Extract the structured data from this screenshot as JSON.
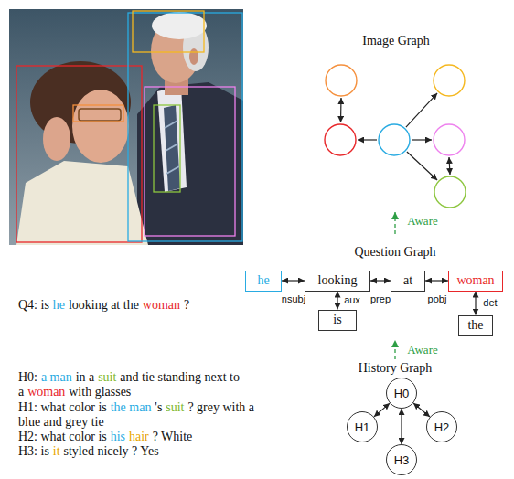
{
  "diagram": {
    "nodes": [
      {
        "text": [
          "he"
        ]
      },
      {
        "text": [
          "looking"
        ]
      },
      {
        "text": [
          "at"
        ]
      },
      {
        "text": [
          "woman"
        ]
      },
      {
        "text": [
          "is"
        ]
      },
      {
        "text": [
          "the"
        ]
      },
      {
        "text": [
          "H0"
        ]
      },
      {
        "text": [
          "H1"
        ]
      },
      {
        "text": [
          "H2"
        ]
      },
      {
        "text": [
          "H3"
        ]
      }
    ],
    "edges": [
      {
        "from": 0,
        "to": 1,
        "label": "nsubj",
        "arrow": "both"
      },
      {
        "from": 1,
        "to": 4,
        "label": "aux",
        "arrow": "both"
      },
      {
        "from": 1,
        "to": 2,
        "label": "prep",
        "arrow": "both"
      },
      {
        "from": 2,
        "to": 3,
        "label": "pobj",
        "arrow": "both"
      },
      {
        "from": 3,
        "to": 5,
        "label": "det",
        "arrow": "both"
      },
      {
        "from": 6,
        "to": 7,
        "arrow": "both"
      },
      {
        "from": 6,
        "to": 8,
        "arrow": "both"
      },
      {
        "from": 6,
        "to": 9,
        "arrow": "both"
      }
    ],
    "labels": [
      "Image Graph",
      "Aware",
      "Question Graph",
      "Aware",
      "History Graph",
      "Q4: is",
      "he",
      "looking at the",
      "woman",
      "?",
      "H0:",
      "a man",
      "in a",
      "suit",
      "and tie standing next to a",
      "woman",
      "with glasses",
      "H1: what color is",
      "the man",
      "'s",
      "suit",
      "? grey with a blue and grey tie",
      "H2: what color is",
      "his",
      "hair",
      "? White",
      "H3: is",
      "it",
      "styled nicely ? Yes"
    ]
  }
}
